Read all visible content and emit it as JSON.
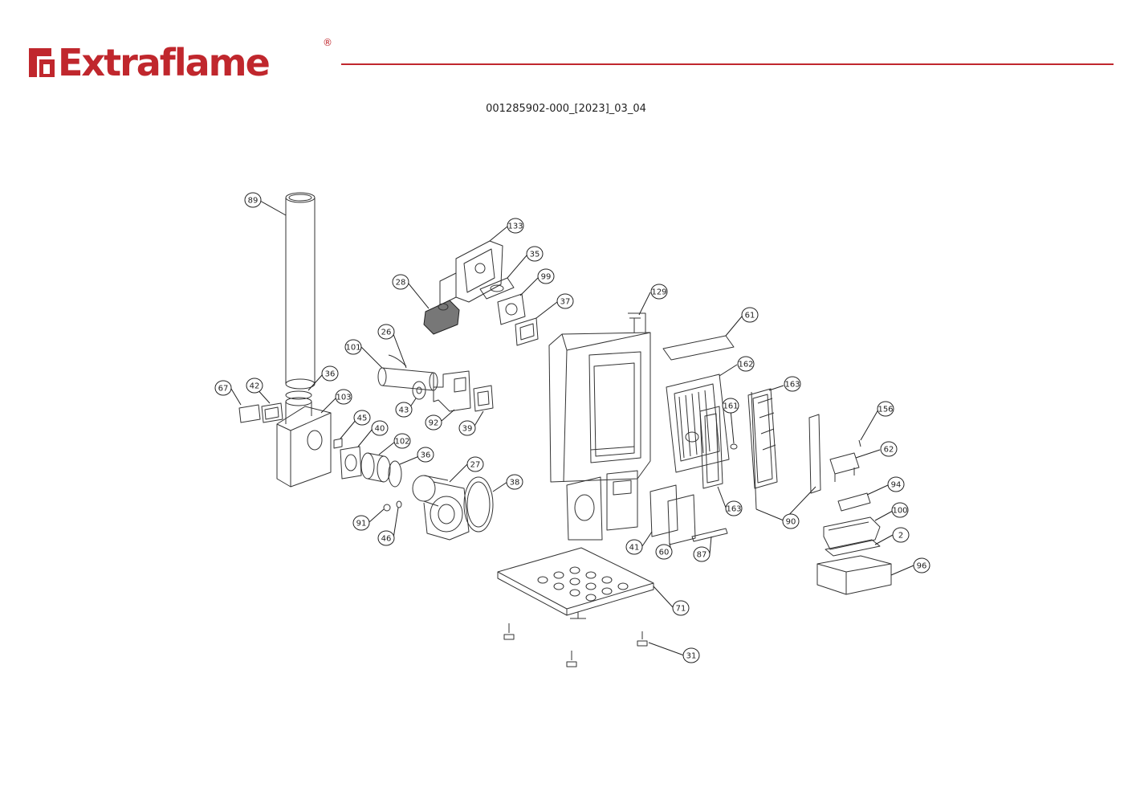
{
  "brand": {
    "name": "Extraflame",
    "registered_mark": "®",
    "color": "#c0272d"
  },
  "document": {
    "code": "001285902-000_[2023]_03_04"
  },
  "diagram": {
    "callouts": [
      {
        "id": "c89",
        "label": "89"
      },
      {
        "id": "c133",
        "label": "133"
      },
      {
        "id": "c35",
        "label": "35"
      },
      {
        "id": "c99",
        "label": "99"
      },
      {
        "id": "c28",
        "label": "28"
      },
      {
        "id": "c37",
        "label": "37"
      },
      {
        "id": "c129",
        "label": "129"
      },
      {
        "id": "c61",
        "label": "61"
      },
      {
        "id": "c26",
        "label": "26"
      },
      {
        "id": "c101",
        "label": "101"
      },
      {
        "id": "c162",
        "label": "162"
      },
      {
        "id": "c36a",
        "label": "36"
      },
      {
        "id": "c163a",
        "label": "163"
      },
      {
        "id": "c67",
        "label": "67"
      },
      {
        "id": "c42",
        "label": "42"
      },
      {
        "id": "c103",
        "label": "103"
      },
      {
        "id": "c43",
        "label": "43"
      },
      {
        "id": "c161",
        "label": "161"
      },
      {
        "id": "c156",
        "label": "156"
      },
      {
        "id": "c45",
        "label": "45"
      },
      {
        "id": "c92",
        "label": "92"
      },
      {
        "id": "c39",
        "label": "39"
      },
      {
        "id": "c40",
        "label": "40"
      },
      {
        "id": "c102",
        "label": "102"
      },
      {
        "id": "c62",
        "label": "62"
      },
      {
        "id": "c36b",
        "label": "36"
      },
      {
        "id": "c27",
        "label": "27"
      },
      {
        "id": "c38",
        "label": "38"
      },
      {
        "id": "c94",
        "label": "94"
      },
      {
        "id": "c163b",
        "label": "163"
      },
      {
        "id": "c91",
        "label": "91"
      },
      {
        "id": "c100",
        "label": "100"
      },
      {
        "id": "c90",
        "label": "90"
      },
      {
        "id": "c46",
        "label": "46"
      },
      {
        "id": "c2",
        "label": "2"
      },
      {
        "id": "c41",
        "label": "41"
      },
      {
        "id": "c60",
        "label": "60"
      },
      {
        "id": "c87",
        "label": "87"
      },
      {
        "id": "c96",
        "label": "96"
      },
      {
        "id": "c71",
        "label": "71"
      },
      {
        "id": "c31",
        "label": "31"
      }
    ]
  }
}
